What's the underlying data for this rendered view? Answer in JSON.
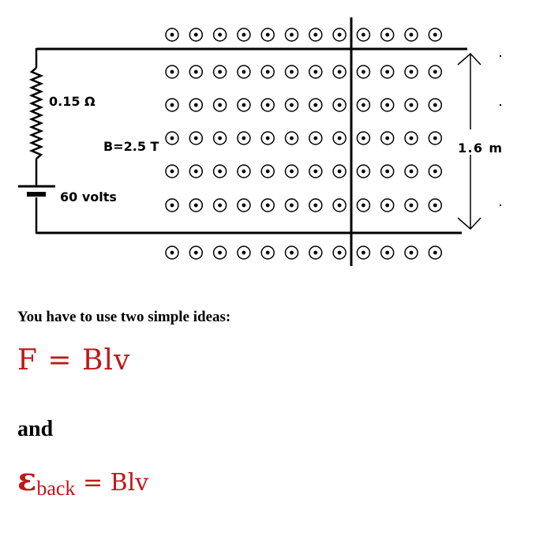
{
  "diagram": {
    "resistance_label": "0.15 Ω",
    "field_label": "B=2.5 T",
    "voltage_label": "60 volts",
    "length_label": "1.6 m",
    "field_symbol_icon": "dot-in-circle-icon",
    "field_symbol_rows": 7,
    "field_symbol_columns": 12
  },
  "explanation": {
    "intro": "You have to use two simple ideas:",
    "force_equation": "F = Blv",
    "connector": "and",
    "emf_symbol": "ε",
    "emf_subscript": "back",
    "emf_rhs": " = Blv"
  },
  "colors": {
    "equation": "#c01818",
    "text": "#000000"
  }
}
